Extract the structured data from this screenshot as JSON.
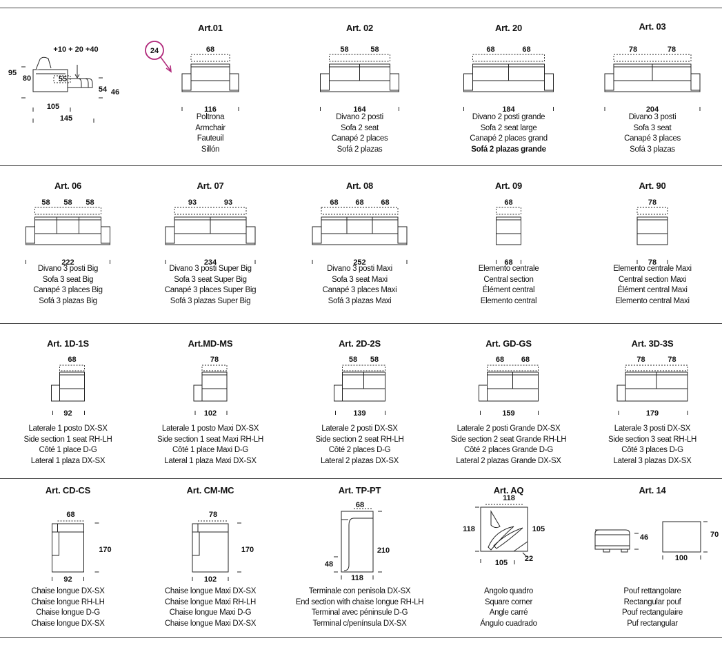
{
  "rows": [
    [
      {
        "id": "overview",
        "title": "",
        "dims": [
          "95",
          "80",
          "+10 + 20 +40",
          "55",
          "54",
          "46",
          "105",
          "145"
        ],
        "lines": []
      },
      {
        "id": "art01",
        "title": "Art.01",
        "dims": [
          "68",
          "116"
        ],
        "badge": "24",
        "lines": [
          "Poltrona",
          "Armchair",
          "Fauteuil",
          "Sillón"
        ]
      },
      {
        "id": "art02",
        "title": "Art. 02",
        "dims": [
          "58",
          "58",
          "164"
        ],
        "lines": [
          "Divano 2 posti",
          "Sofa 2 seat",
          "Canapé 2 places",
          "Sofá 2 plazas"
        ]
      },
      {
        "id": "art20",
        "title": "Art. 20",
        "dims": [
          "68",
          "68",
          "184"
        ],
        "lines": [
          "Divano 2 posti grande",
          "Sofa 2 seat large",
          "Canapé 2 places grand",
          "Sofá 2 plazas grande"
        ]
      },
      {
        "id": "art03",
        "title": "Art. 03",
        "dims": [
          "78",
          "78",
          "204"
        ],
        "lines": [
          "Divano 3 posti",
          "Sofa 3 seat",
          "Canapé 3 places",
          "Sofá 3 plazas"
        ]
      }
    ],
    [
      {
        "id": "art06",
        "title": "Art. 06",
        "dims": [
          "58",
          "58",
          "58",
          "222"
        ],
        "lines": [
          "Divano 3 posti Big",
          "Sofa 3 seat Big",
          "Canapé 3 places Big",
          "Sofá 3 plazas Big"
        ]
      },
      {
        "id": "art07",
        "title": "Art. 07",
        "dims": [
          "93",
          "93",
          "234"
        ],
        "lines": [
          "Divano 3 posti Super Big",
          "Sofa 3 seat Super Big",
          "Canapé 3 places Super Big",
          "Sofá 3 plazas Super Big"
        ]
      },
      {
        "id": "art08",
        "title": "Art. 08",
        "dims": [
          "68",
          "68",
          "68",
          "252"
        ],
        "lines": [
          "Divano 3 posti Maxi",
          "Sofa 3 seat Maxi",
          "Canapé 3 places Maxi",
          "Sofá 3 plazas Maxi"
        ]
      },
      {
        "id": "art09",
        "title": "Art. 09",
        "dims": [
          "68",
          "68"
        ],
        "lines": [
          "Elemento centrale",
          "Central section",
          "Élément central",
          "Elemento central"
        ]
      },
      {
        "id": "art90",
        "title": "Art. 90",
        "dims": [
          "78",
          "78"
        ],
        "lines": [
          "Elemento centrale Maxi",
          "Central section Maxi",
          "Élément central Maxi",
          "Elemento central Maxi"
        ]
      }
    ],
    [
      {
        "id": "art1d1s",
        "title": "Art. 1D-1S",
        "dims": [
          "68",
          "92"
        ],
        "lines": [
          "Laterale 1 posto DX-SX",
          "Side section 1 seat RH-LH",
          "Côté 1 place D-G",
          "Lateral 1 plaza DX-SX"
        ]
      },
      {
        "id": "artmdms",
        "title": "Art.MD-MS",
        "dims": [
          "78",
          "102"
        ],
        "lines": [
          "Laterale 1 posto Maxi DX-SX",
          "Side section 1 seat Maxi RH-LH",
          "Côté 1 place Maxi D-G",
          "Lateral 1 plaza Maxi DX-SX"
        ]
      },
      {
        "id": "art2d2s",
        "title": "Art. 2D-2S",
        "dims": [
          "58",
          "58",
          "139"
        ],
        "lines": [
          "Laterale 2 posti DX-SX",
          "Side section 2 seat RH-LH",
          "Côté 2 places D-G",
          "Lateral 2 plazas DX-SX"
        ]
      },
      {
        "id": "artgdgs",
        "title": "Art. GD-GS",
        "dims": [
          "68",
          "68",
          "159"
        ],
        "lines": [
          "Laterale 2 posti Grande DX-SX",
          "Side section 2 seat Grande RH-LH",
          "Côté 2 places Grande D-G",
          "Lateral 2 plazas Grande DX-SX"
        ]
      },
      {
        "id": "art3d3s",
        "title": "Art. 3D-3S",
        "dims": [
          "78",
          "78",
          "179"
        ],
        "lines": [
          "Laterale 3 posti DX-SX",
          "Side section 3 seat RH-LH",
          "Côté 3 places D-G",
          "Lateral 3 plazas DX-SX"
        ]
      }
    ],
    [
      {
        "id": "artcdcs",
        "title": "Art. CD-CS",
        "dims": [
          "68",
          "170",
          "92"
        ],
        "lines": [
          "Chaise longue DX-SX",
          "Chaise longue RH-LH",
          "Chaise longue D-G",
          "Chaise longue DX-SX"
        ]
      },
      {
        "id": "artcmmc",
        "title": "Art. CM-MC",
        "dims": [
          "78",
          "170",
          "102"
        ],
        "lines": [
          "Chaise longue Maxi DX-SX",
          "Chaise longue Maxi RH-LH",
          "Chaise longue Maxi D-G",
          "Chaise longue Maxi DX-SX"
        ]
      },
      {
        "id": "arttppt",
        "title": "Art. TP-PT",
        "dims": [
          "68",
          "210",
          "48",
          "118"
        ],
        "lines": [
          "Terminale con penisola DX-SX",
          "End section with chaise longue RH-LH",
          "Terminal avec péninsule D-G",
          "Terminal c/península DX-SX"
        ]
      },
      {
        "id": "artaq",
        "title": "Art. AQ",
        "dims": [
          "118",
          "118",
          "105",
          "105",
          "22"
        ],
        "lines": [
          "Angolo quadro",
          "Square corner",
          "Angle carré",
          "Ángulo cuadrado"
        ]
      },
      {
        "id": "art14",
        "title": "Art. 14",
        "dims": [
          "46",
          "70",
          "100"
        ],
        "lines": [
          "Pouf rettangolare",
          "Rectangular pouf",
          "Pouf rectangulaire",
          "Puf rectangular"
        ]
      }
    ]
  ],
  "colors": {
    "badge": "#b0287a",
    "line": "#222222"
  }
}
